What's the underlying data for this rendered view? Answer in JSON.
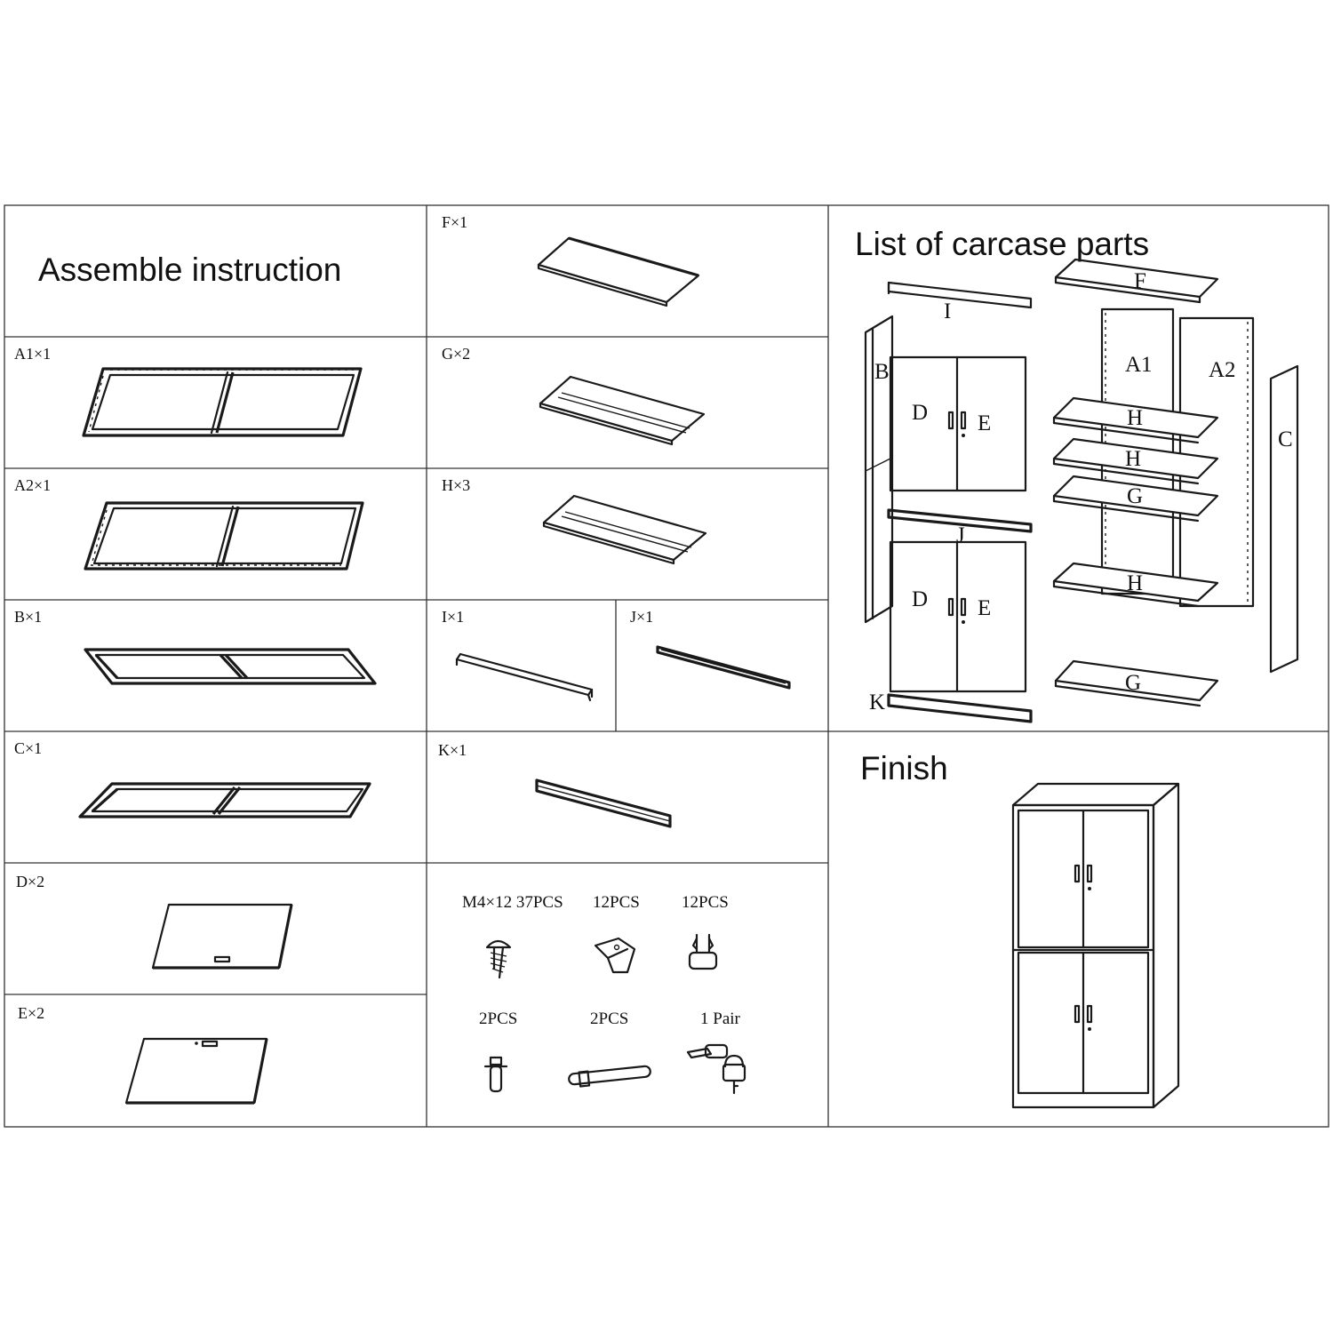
{
  "headings": {
    "assemble": "Assemble instruction",
    "carcase": "List of carcase parts",
    "finish": "Finish"
  },
  "parts": {
    "a1": "A1×1",
    "a2": "A2×1",
    "b": "B×1",
    "c": "C×1",
    "d": "D×2",
    "e": "E×2",
    "f": "F×1",
    "g": "G×2",
    "h": "H×3",
    "i": "I×1",
    "j": "J×1",
    "k": "K×1"
  },
  "hardware": {
    "screw": "M4×12  37PCS",
    "bracket": "12PCS",
    "clip": "12PCS",
    "pin": "2PCS",
    "rod": "2PCS",
    "lock": "1 Pair"
  },
  "carcase_labels": {
    "f": "F",
    "i": "I",
    "b": "B",
    "a1": "A1",
    "a2": "A2",
    "c": "C",
    "d_top": "D",
    "e_top": "E",
    "d_bot": "D",
    "e_bot": "E",
    "j": "J",
    "k": "K",
    "h1": "H",
    "h2": "H",
    "g1": "G",
    "h3": "H",
    "g2": "G"
  }
}
